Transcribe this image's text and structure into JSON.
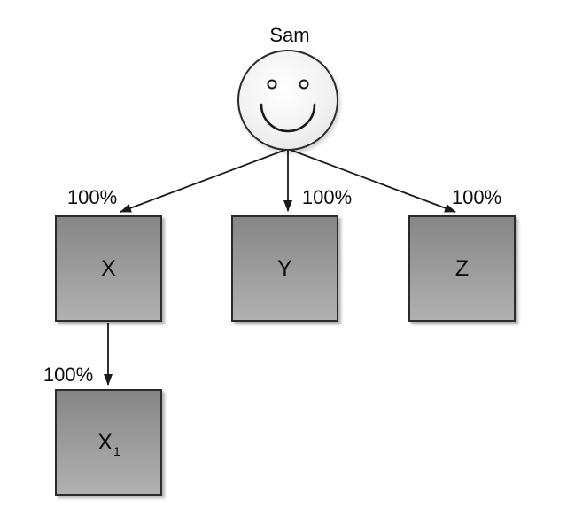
{
  "diagram": {
    "owner": {
      "name": "Sam",
      "icon": "smiley-face-icon"
    },
    "entities": [
      {
        "id": "x",
        "label": "X",
        "ownership": "100%"
      },
      {
        "id": "y",
        "label": "Y",
        "ownership": "100%"
      },
      {
        "id": "z",
        "label": "Z",
        "ownership": "100%"
      },
      {
        "id": "x1",
        "label": "X",
        "label_subscript": "1",
        "ownership": "100%"
      }
    ],
    "edges": [
      {
        "from": "Sam",
        "to": "X",
        "label": "100%"
      },
      {
        "from": "Sam",
        "to": "Y",
        "label": "100%"
      },
      {
        "from": "Sam",
        "to": "Z",
        "label": "100%"
      },
      {
        "from": "X",
        "to": "X1",
        "label": "100%"
      }
    ],
    "colors": {
      "background": "#ffffff",
      "box_gradient_top": "#868686",
      "box_gradient_bottom": "#b1b1b1",
      "box_border": "#2b2b2b",
      "face_fill_center": "#ffffff",
      "face_fill_edge": "#e4e4e4",
      "line": "#1a1a1a",
      "text": "#0d0d0d"
    }
  }
}
